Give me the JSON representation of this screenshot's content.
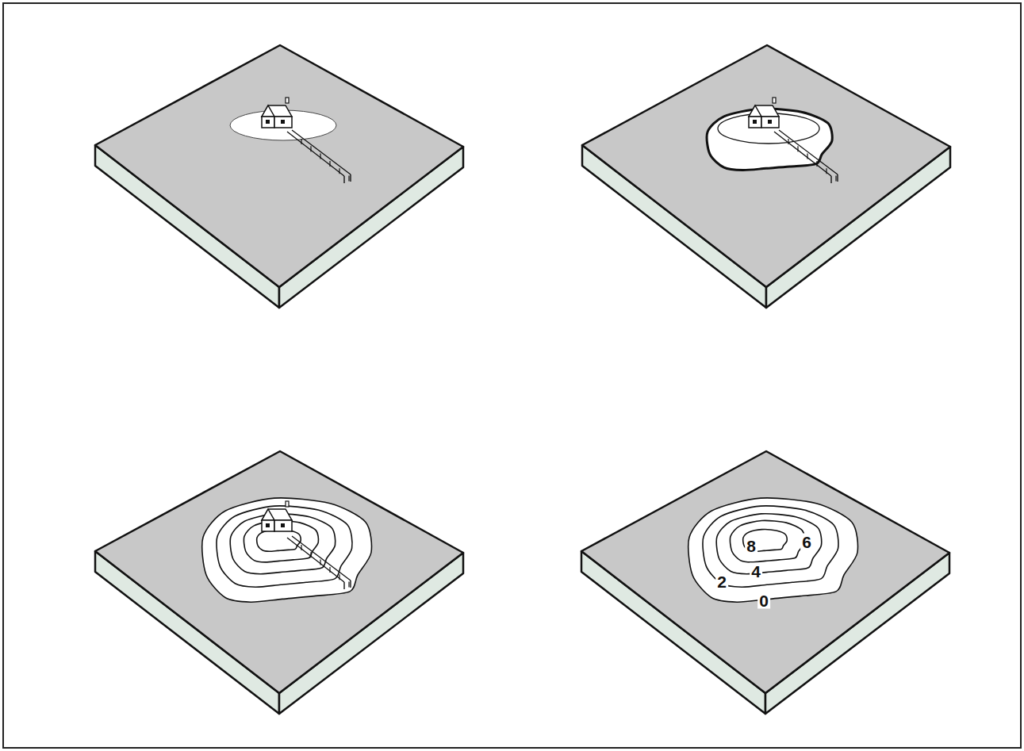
{
  "diagram": {
    "labels": [
      "8",
      "6",
      "4",
      "2",
      "0"
    ]
  }
}
